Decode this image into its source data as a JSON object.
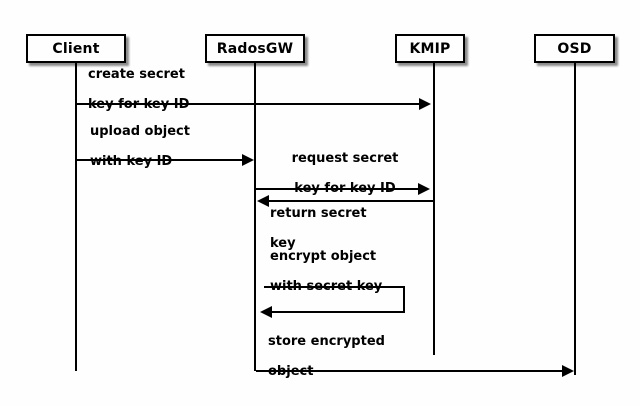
{
  "diagram_type": "sequence-diagram",
  "colors": {
    "background": "#fefefe",
    "line": "#000000",
    "box_fill": "#fefefe",
    "box_border": "#000000",
    "shadow_gray": "#999999"
  },
  "participants": [
    {
      "name": "Client"
    },
    {
      "name": "RadosGW"
    },
    {
      "name": "KMIP"
    },
    {
      "name": "OSD"
    }
  ],
  "messages": [
    {
      "from": "Client",
      "to": "KMIP",
      "direction": "right",
      "lines": [
        "create secret",
        "key for key ID"
      ]
    },
    {
      "from": "Client",
      "to": "RadosGW",
      "direction": "right",
      "lines": [
        "upload object",
        "with key ID"
      ]
    },
    {
      "from": "RadosGW",
      "to": "KMIP",
      "direction": "right",
      "lines": [
        "request secret",
        "key for key ID"
      ]
    },
    {
      "from": "KMIP",
      "to": "RadosGW",
      "direction": "left",
      "lines": [
        "return secret",
        "key"
      ]
    },
    {
      "from": "RadosGW",
      "to": "RadosGW",
      "direction": "self",
      "lines": [
        "encrypt object",
        "with secret key"
      ]
    },
    {
      "from": "RadosGW",
      "to": "OSD",
      "direction": "right",
      "lines": [
        "store encrypted",
        "object"
      ]
    }
  ]
}
